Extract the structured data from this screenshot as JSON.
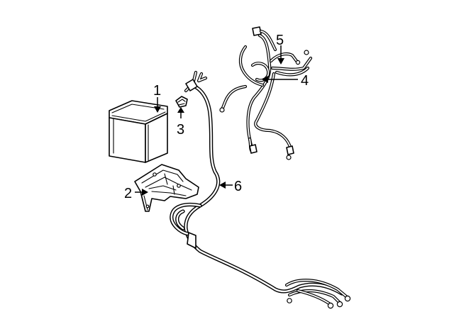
{
  "diagram": {
    "callouts": [
      {
        "number": "1",
        "part": "battery"
      },
      {
        "number": "2",
        "part": "battery-tray"
      },
      {
        "number": "3",
        "part": "terminal-cap"
      },
      {
        "number": "4",
        "part": "battery-cable"
      },
      {
        "number": "5",
        "part": "battery-cable"
      },
      {
        "number": "6",
        "part": "positive-cable"
      }
    ]
  }
}
